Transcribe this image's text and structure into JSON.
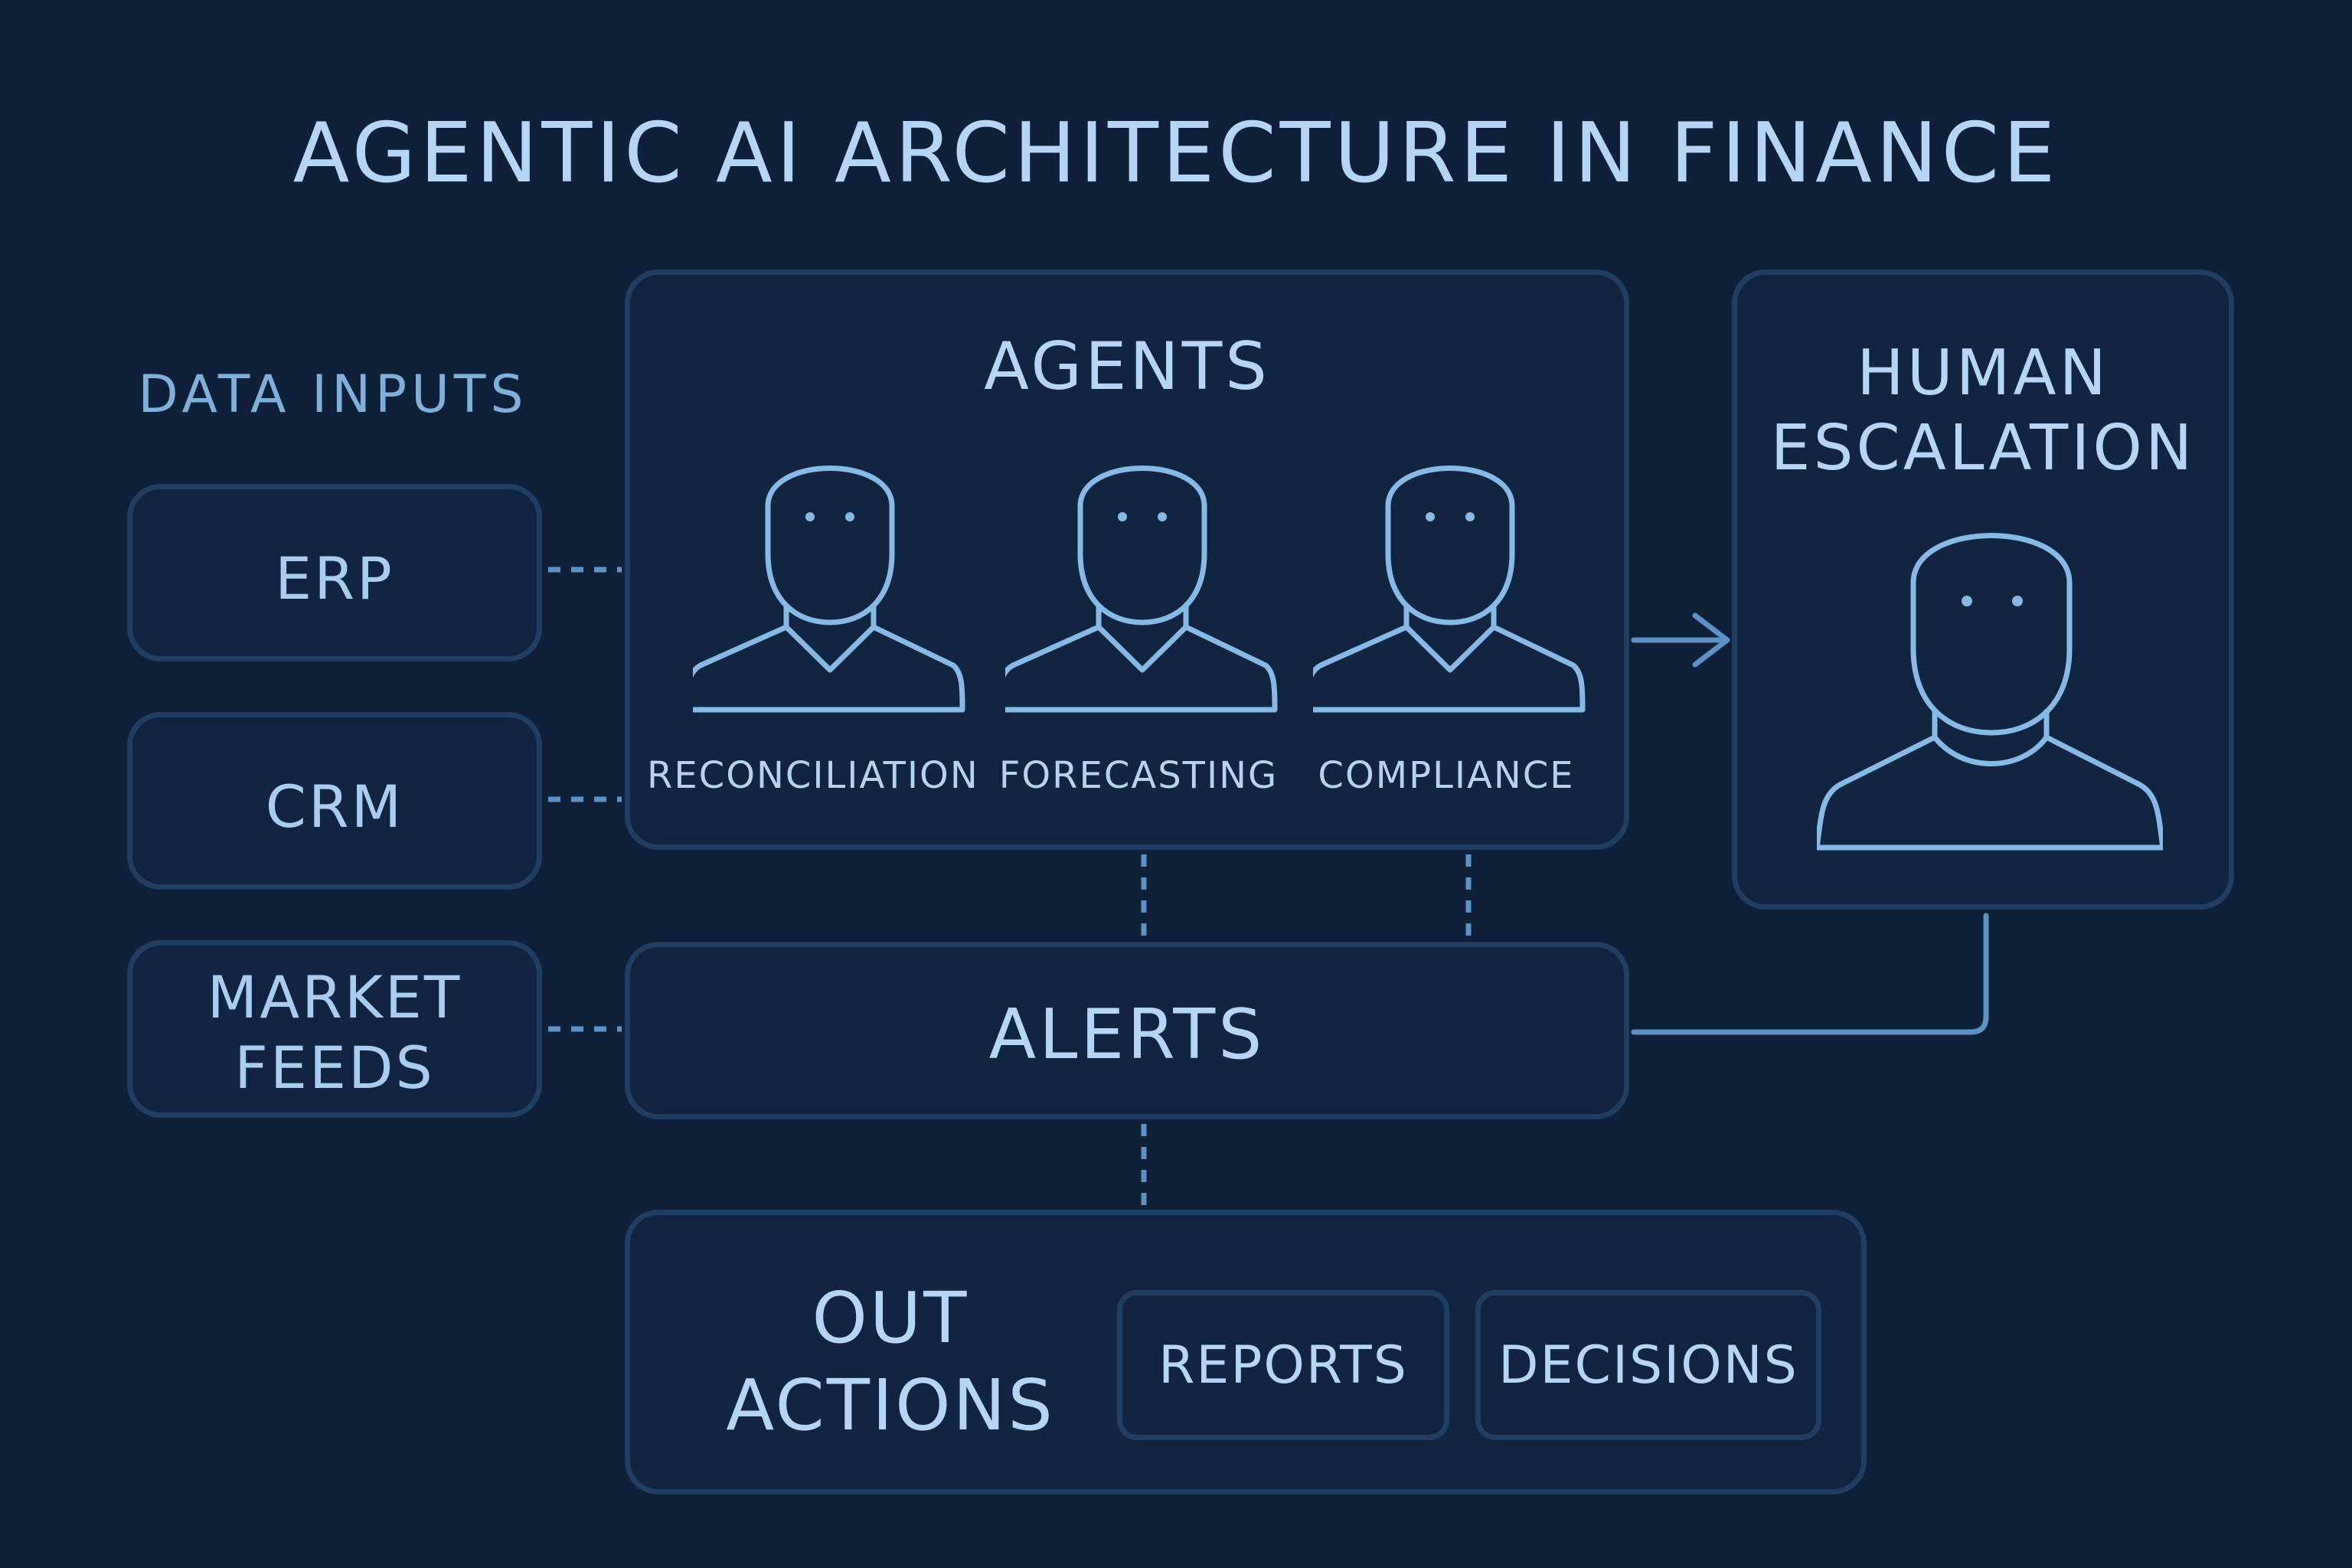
{
  "title": "AGENTIC AI ARCHITECTURE IN FINANCE",
  "data_inputs": {
    "heading": "DATA INPUTS",
    "items": [
      "ERP",
      "CRM",
      "MARKET\nFEEDS"
    ]
  },
  "agents": {
    "heading": "AGENTS",
    "items": [
      "RECONCILIATION",
      "FORECASTING",
      "COMPLIANCE"
    ]
  },
  "human": {
    "heading": "HUMAN\nESCALATION"
  },
  "alerts": {
    "heading": "ALERTS"
  },
  "outputs": {
    "heading": "OUT\nACTIONS",
    "items": [
      "REPORTS",
      "DECISIONS"
    ]
  },
  "colors": {
    "background": "#0f2139",
    "panel": "#112540",
    "border": "#1f3f62",
    "connector": "#5c93c4",
    "person_icon": "#86b9e3",
    "text": "#b4d6f4"
  },
  "icons": [
    "person-icon",
    "arrow-right-icon"
  ]
}
